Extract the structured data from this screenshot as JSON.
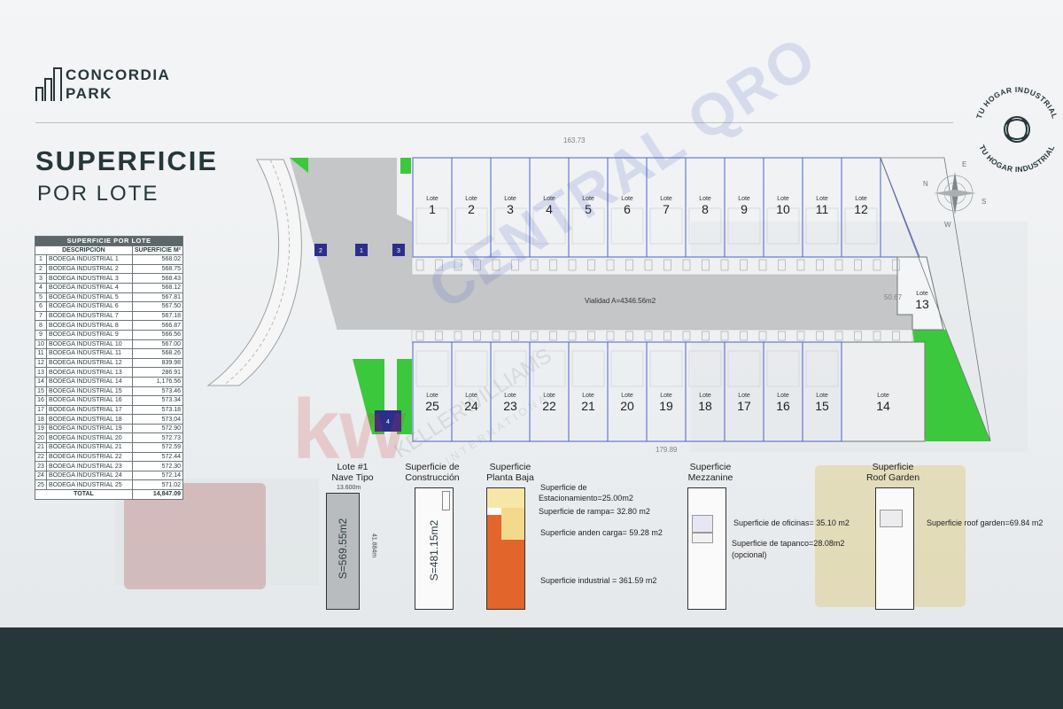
{
  "brand": {
    "line1": "CONCORDIA",
    "line2": "PARK"
  },
  "title": {
    "line1": "SUPERFICIE",
    "line2": "POR LOTE"
  },
  "seal": {
    "top_text": "TU HOGAR INDUSTRIAL",
    "bottom_text": "TU HOGAR INDUSTRIAL"
  },
  "table": {
    "title": "SUPERFICIE POR LOTE",
    "col_desc": "DESCRIPCIÓN",
    "col_value": "SUPERFICIE M²",
    "rows": [
      {
        "n": "1",
        "desc": "BODEGA INDUSTRIAL 1",
        "value": "568.02"
      },
      {
        "n": "2",
        "desc": "BODEGA INDUSTRIAL 2",
        "value": "568.75"
      },
      {
        "n": "3",
        "desc": "BODEGA INDUSTRIAL 3",
        "value": "568.43"
      },
      {
        "n": "4",
        "desc": "BODEGA INDUSTRIAL 4",
        "value": "568.12"
      },
      {
        "n": "5",
        "desc": "BODEGA INDUSTRIAL 5",
        "value": "567.81"
      },
      {
        "n": "6",
        "desc": "BODEGA INDUSTRIAL 6",
        "value": "567.50"
      },
      {
        "n": "7",
        "desc": "BODEGA INDUSTRIAL 7",
        "value": "567.18"
      },
      {
        "n": "8",
        "desc": "BODEGA INDUSTRIAL 8",
        "value": "566.87"
      },
      {
        "n": "9",
        "desc": "BODEGA INDUSTRIAL 9",
        "value": "566.56"
      },
      {
        "n": "10",
        "desc": "BODEGA INDUSTRIAL 10",
        "value": "567.00"
      },
      {
        "n": "11",
        "desc": "BODEGA INDUSTRIAL 11",
        "value": "568.26"
      },
      {
        "n": "12",
        "desc": "BODEGA INDUSTRIAL 12",
        "value": "839.98"
      },
      {
        "n": "13",
        "desc": "BODEGA INDUSTRIAL 13",
        "value": "286.91"
      },
      {
        "n": "14",
        "desc": "BODEGA INDUSTRIAL 14",
        "value": "1,176.56"
      },
      {
        "n": "15",
        "desc": "BODEGA INDUSTRIAL 15",
        "value": "573.46"
      },
      {
        "n": "16",
        "desc": "BODEGA INDUSTRIAL 16",
        "value": "573.34"
      },
      {
        "n": "17",
        "desc": "BODEGA INDUSTRIAL 17",
        "value": "573.18"
      },
      {
        "n": "18",
        "desc": "BODEGA INDUSTRIAL 18",
        "value": "573.04"
      },
      {
        "n": "19",
        "desc": "BODEGA INDUSTRIAL 19",
        "value": "572.90"
      },
      {
        "n": "20",
        "desc": "BODEGA INDUSTRIAL 20",
        "value": "572.73"
      },
      {
        "n": "21",
        "desc": "BODEGA INDUSTRIAL 21",
        "value": "572.59"
      },
      {
        "n": "22",
        "desc": "BODEGA INDUSTRIAL 22",
        "value": "572.44"
      },
      {
        "n": "23",
        "desc": "BODEGA INDUSTRIAL 23",
        "value": "572.30"
      },
      {
        "n": "24",
        "desc": "BODEGA INDUSTRIAL 24",
        "value": "572.14"
      },
      {
        "n": "25",
        "desc": "BODEGA INDUSTRIAL 25",
        "value": "571.02"
      }
    ],
    "total_label": "TOTAL",
    "total_value": "14,847.09"
  },
  "site_plan": {
    "top_dimension": "163.73",
    "bottom_dimension": "179.89",
    "right_dimension": "50.67",
    "road_label": "Vialidad A=4346.56m2",
    "lot_word": "Lote",
    "top_lots": [
      "1",
      "2",
      "3",
      "4",
      "5",
      "6",
      "7",
      "8",
      "9",
      "10",
      "11",
      "12"
    ],
    "bottom_lots": [
      "25",
      "24",
      "23",
      "22",
      "21",
      "20",
      "19",
      "18",
      "17",
      "16",
      "15"
    ],
    "lot_14": "14",
    "lot_13": "13",
    "markers": [
      "2",
      "1",
      "3",
      "4"
    ],
    "compass": {
      "n": "N",
      "e": "E",
      "s": "S",
      "w": "W"
    }
  },
  "watermark": {
    "main": "CENTRAL QRO",
    "kw": "kw",
    "sub": "KELLERWILLIAMS",
    "sub2": "INTERNATIONAL"
  },
  "panels": {
    "tipo": {
      "title1": "Lote #1",
      "title2": "Nave Tipo",
      "width_dim": "13.600m",
      "length_dim": "41.884m",
      "area": "S=569.55m2"
    },
    "construccion": {
      "title1": "Superficie de",
      "title2": "Construcción",
      "area": "S=481.15m2"
    },
    "planta_baja": {
      "title1": "Superficie",
      "title2": "Planta Baja",
      "note_1a": "Superficie de",
      "note_1b": "Estacionamiento=25.00m2",
      "note_2": "Superficie de rampa= 32.80 m2",
      "note_3": "Superficie anden carga= 59.28 m2",
      "note_4": "Superficie industrial = 361.59 m2"
    },
    "mezzanine": {
      "title1": "Superficie",
      "title2": "Mezzanine",
      "note_1": "Superficie de oficinas= 35.10 m2",
      "note_2a": "Superficie de tapanco=28.08m2",
      "note_2b": "(opcional)"
    },
    "roof": {
      "title1": "Superficie",
      "title2": "Roof Garden",
      "note_1": "Superficie roof garden=69.84 m2"
    }
  },
  "colors": {
    "dark": "#26373a",
    "green": "#3cc83c",
    "road": "#c4c6c8",
    "lot_line": "#4a63c9",
    "marker": "#2c2f8a",
    "industrial": "#e2652b",
    "ramp": "#f3d98a"
  }
}
